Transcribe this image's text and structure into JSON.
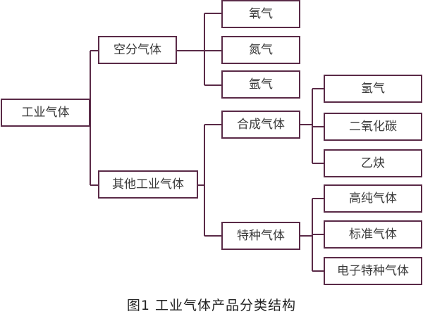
{
  "diagram": {
    "root": "工业气体",
    "level1": [
      "空分气体",
      "其他工业气体"
    ],
    "air_separation": [
      "氧气",
      "氮气",
      "氩气"
    ],
    "other_groups": [
      "合成气体",
      "特种气体"
    ],
    "synthesis": [
      "氢气",
      "二氧化碳",
      "乙炔"
    ],
    "specialty": [
      "高纯气体",
      "标准气体",
      "电子特种气体"
    ]
  },
  "caption": "图1 工业气体产品分类结构",
  "colors": {
    "border": "#5a2a47",
    "text": "#3a3a3a"
  }
}
